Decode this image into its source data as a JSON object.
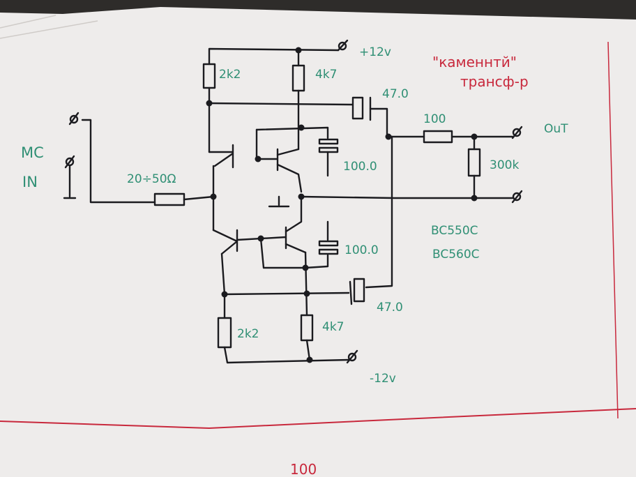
{
  "diagram": {
    "title": "\"каменнтй\"",
    "subtitle": "трансф-р",
    "supply_pos": "+12v",
    "supply_neg": "-12v",
    "input_label_top": "MC",
    "input_label_bottom": "IN",
    "input_resistor": "20÷50Ω",
    "output_label": "OuT",
    "r_top_left": "2k2",
    "r_top_right": "4k7",
    "r_bottom_left": "2k2",
    "r_bottom_right": "4k7",
    "cap_out_top": "47.0",
    "cap_out_bottom": "47.0",
    "cap_decouple_top": "100.0",
    "cap_decouple_bottom": "100.0",
    "r_output_series": "100",
    "r_output_shunt": "300k",
    "transistor_npn": "BC550C",
    "transistor_pnp": "BC560C",
    "page_number": "100"
  },
  "colors": {
    "paper": "#eeeceb",
    "ink": "#1b1b1f",
    "label_green": "#2f8f74",
    "margin_red": "#c8283c",
    "background": "#2e2c2a"
  }
}
